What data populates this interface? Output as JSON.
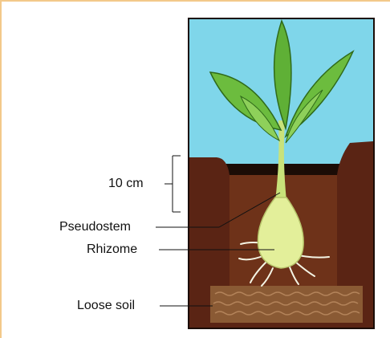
{
  "labels": {
    "depth": "10 cm",
    "pseudostem": "Pseudostem",
    "rhizome": "Rhizome",
    "loose_soil": "Loose soil"
  },
  "colors": {
    "frame_border": "#f3c98a",
    "sky": "#7fd6ea",
    "soil_dark": "#5a2414",
    "soil_mid": "#7a3a1c",
    "loose_soil": "#8a5a34",
    "leaf": "#5fb036",
    "leaf_light": "#8ed05a",
    "stem": "#c8e27a",
    "rhizome": "#e3ef9a",
    "root": "#f4f4e4"
  }
}
